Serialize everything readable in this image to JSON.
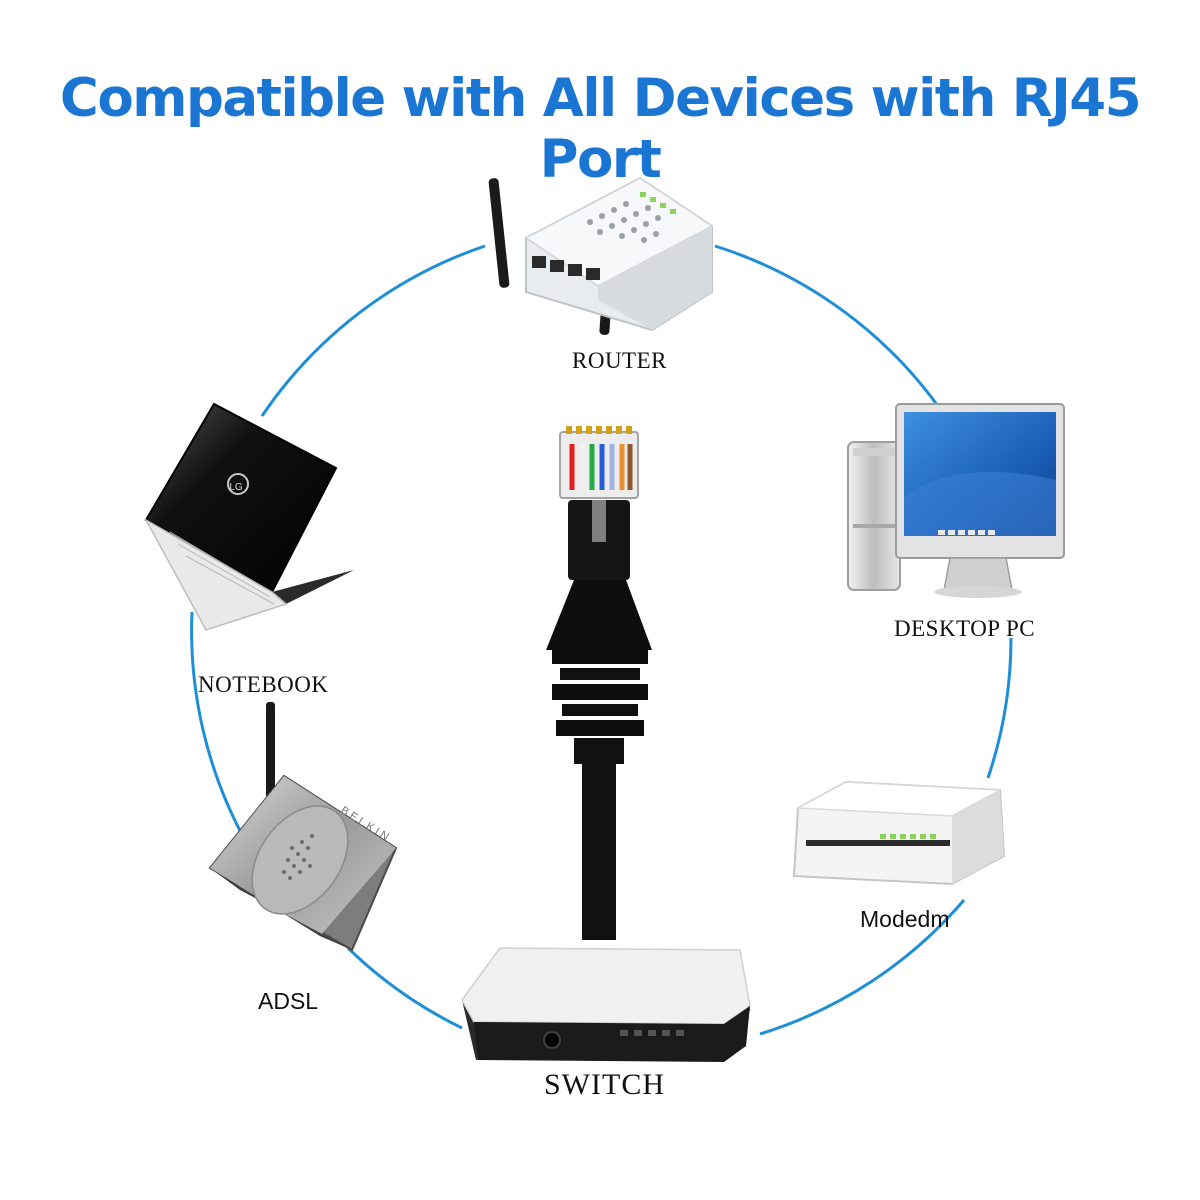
{
  "title": "Compatible with All Devices with RJ45 Port",
  "devices": {
    "router": "ROUTER",
    "desktop_pc": "DESKTOP PC",
    "notebook": "NOTEBOOK",
    "modem": "Modedm",
    "adsl": "ADSL",
    "switch": "SWITCH"
  },
  "notebook_logo": "LG",
  "adsl_brand": "BELKIN",
  "colors": {
    "title": "#1a76d2",
    "ring": "#1e8fd6",
    "cable": "#111111"
  }
}
